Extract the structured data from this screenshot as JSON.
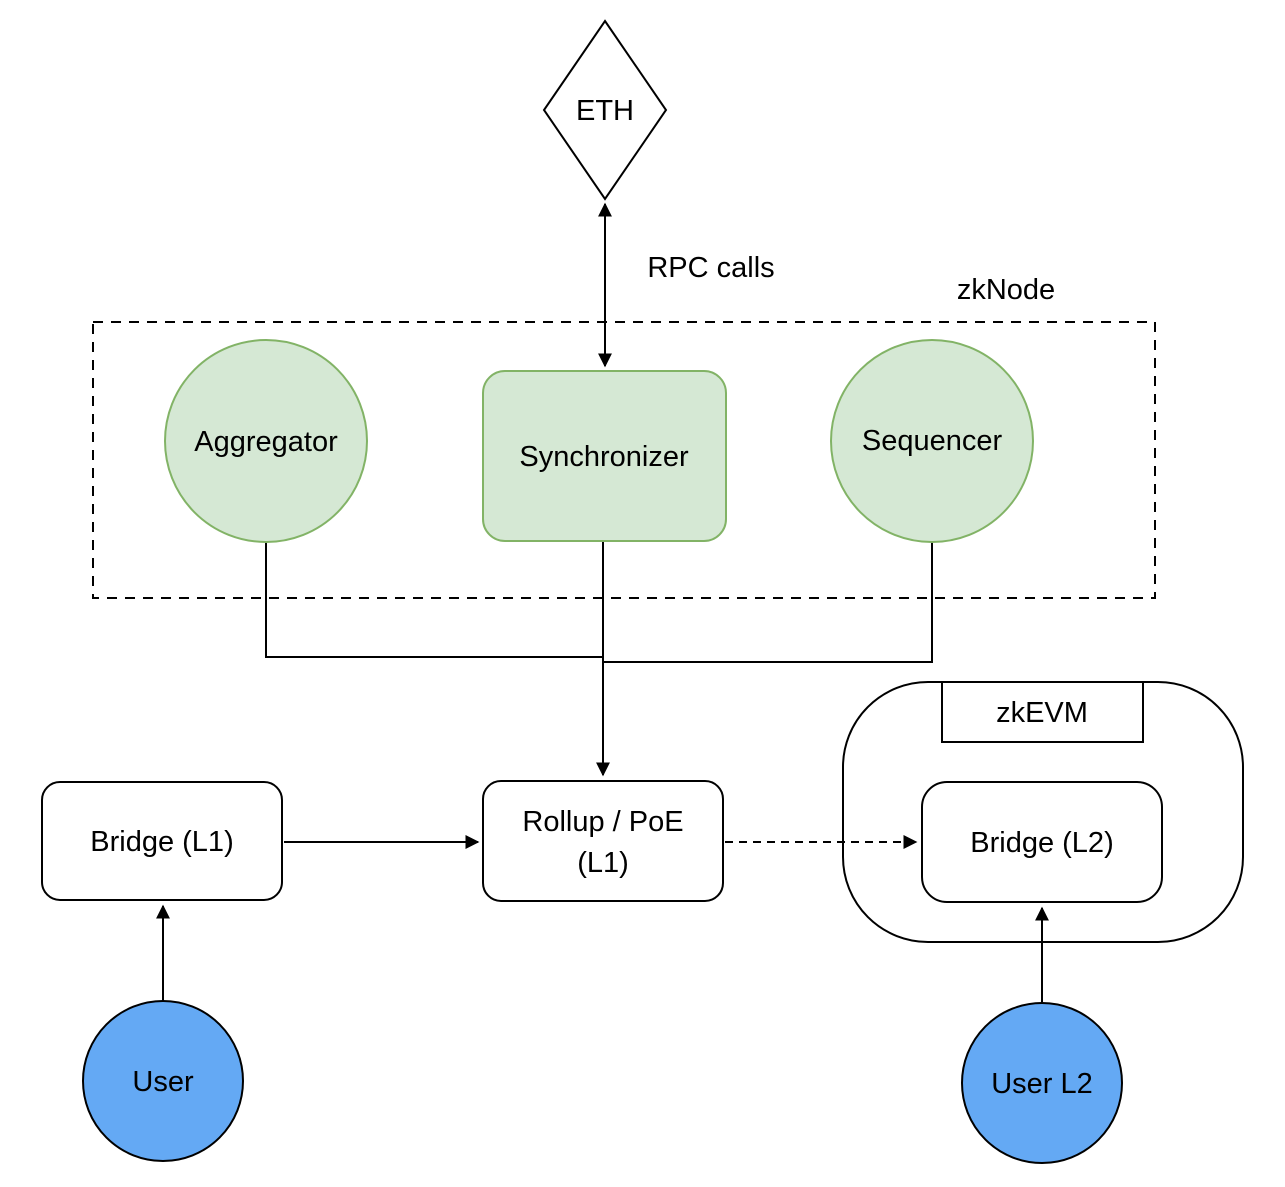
{
  "nodes": {
    "eth": {
      "label": "ETH"
    },
    "rpc": {
      "label": "RPC calls"
    },
    "zknode": {
      "label": "zkNode"
    },
    "aggregator": {
      "label": "Aggregator"
    },
    "synchronizer": {
      "label": "Synchronizer"
    },
    "sequencer": {
      "label": "Sequencer"
    },
    "bridge_l1": {
      "label": "Bridge (L1)"
    },
    "rollup": {
      "label_line1": "Rollup / PoE",
      "label_line2": "(L1)"
    },
    "zkevm": {
      "label": "zkEVM"
    },
    "bridge_l2": {
      "label": "Bridge (L2)"
    },
    "user": {
      "label": "User"
    },
    "user_l2": {
      "label": "User L2"
    }
  },
  "colors": {
    "node_green_fill": "#d5e8d4",
    "node_green_stroke": "#82b366",
    "user_blue_fill": "#64a9f4",
    "line_color": "#000000",
    "text_color": "#000000",
    "background": "#ffffff"
  }
}
